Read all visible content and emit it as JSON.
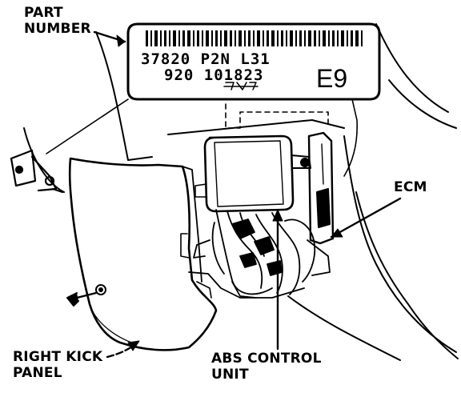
{
  "labels": {
    "part_number_line1": "PART",
    "part_number_line2": "NUMBER",
    "ecm": "ECM",
    "right_kick_line1": "RIGHT KICK",
    "right_kick_line2": "PANEL",
    "abs_line1": "ABS CONTROL",
    "abs_line2": "UNIT"
  },
  "tag": {
    "line1": "37820   P2N   L31",
    "line2": "920   101823",
    "code": "E9"
  },
  "colors": {
    "ink": "#000000",
    "paper": "#ffffff"
  }
}
